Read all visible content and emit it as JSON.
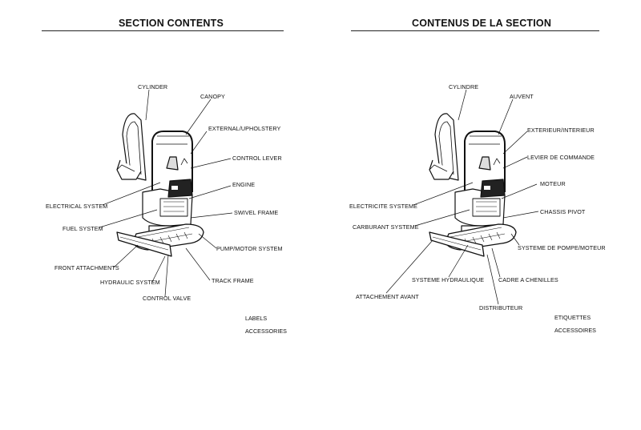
{
  "en": {
    "title": "SECTION CONTENTS",
    "labels": {
      "cylinder": "CYLINDER",
      "canopy": "CANOPY",
      "external": "EXTERNAL/UPHOLSTERY",
      "control_lever": "CONTROL LEVER",
      "engine": "ENGINE",
      "electrical": "ELECTRICAL SYSTEM",
      "swivel": "SWIVEL FRAME",
      "fuel": "FUEL SYSTEM",
      "pump": "PUMP/MOTOR SYSTEM",
      "front": "FRONT ATTACHMENTS",
      "hydraulic": "HYDRAULIC SYSTEM",
      "track": "TRACK FRAME",
      "valve": "CONTROL VALVE"
    },
    "extras": [
      "LABELS",
      "ACCESSORIES"
    ]
  },
  "fr": {
    "title": "CONTENUS DE LA SECTION",
    "labels": {
      "cylinder": "CYLINDRE",
      "canopy": "AUVENT",
      "external": "EXTERIEUR/INTERIEUR",
      "control_lever": "LEVIER DE COMMANDE",
      "engine": "MOTEUR",
      "electrical": "ELECTRICITE SYSTEME",
      "swivel": "CHASSIS PIVOT",
      "fuel": "CARBURANT SYSTEME",
      "pump": "SYSTEME DE POMPE/MOTEUR",
      "front": "ATTACHEMENT AVANT",
      "hydraulic": "SYSTEME HYDRAULIQUE",
      "track": "CADRE A CHENILLES",
      "valve": "DISTRIBUTEUR"
    },
    "extras": [
      "ETIQUETTES",
      "ACCESSOIRES"
    ]
  }
}
